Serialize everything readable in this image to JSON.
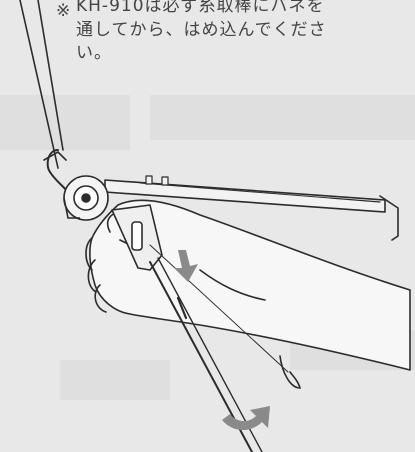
{
  "note": {
    "mark": "※",
    "lines": [
      "KH-910は必ず糸取棒にバネを",
      "通してから、はめ込んでくださ",
      "い。"
    ]
  },
  "illustration": {
    "subject": "hand-attaching-thread-take-up-arm",
    "arrows": [
      "down-arrow",
      "curved-arrow"
    ]
  },
  "colors": {
    "background": "#e9e8e8",
    "line": "#2c2c2c",
    "arrow_gray": "#8a8a8a"
  }
}
